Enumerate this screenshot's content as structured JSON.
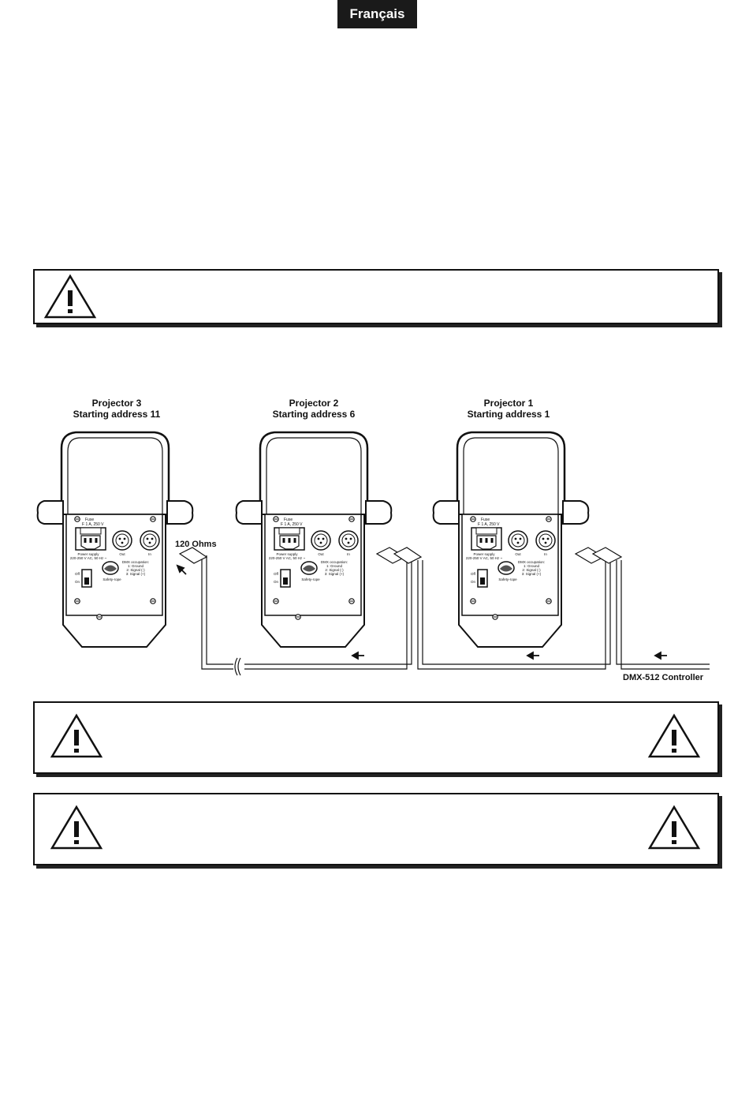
{
  "header": {
    "language_tab": "Français"
  },
  "diagram": {
    "projectors": [
      {
        "title": "Projector 3",
        "address": "Starting address 11"
      },
      {
        "title": "Projector 2",
        "address": "Starting address 6"
      },
      {
        "title": "Projector 1",
        "address": "Starting address 1"
      }
    ],
    "panel_text": {
      "fuse": "Fuse",
      "fuse_rating": "F 1 A, 250 V",
      "out": "Out",
      "in": "In",
      "power_supply": "Power supply",
      "power_rating": "220-250 V AC, 50 Hz ~",
      "dmx_title": "DMX occupation:",
      "dmx_1": "1: Ground",
      "dmx_2": "2: Signal (-)",
      "dmx_3": "3: Signal (+)",
      "off": "Off",
      "on": "On",
      "safety_rope": "Safety-rope"
    },
    "terminator_label": "120 Ohms",
    "controller_label": "DMX-512 Controller"
  }
}
